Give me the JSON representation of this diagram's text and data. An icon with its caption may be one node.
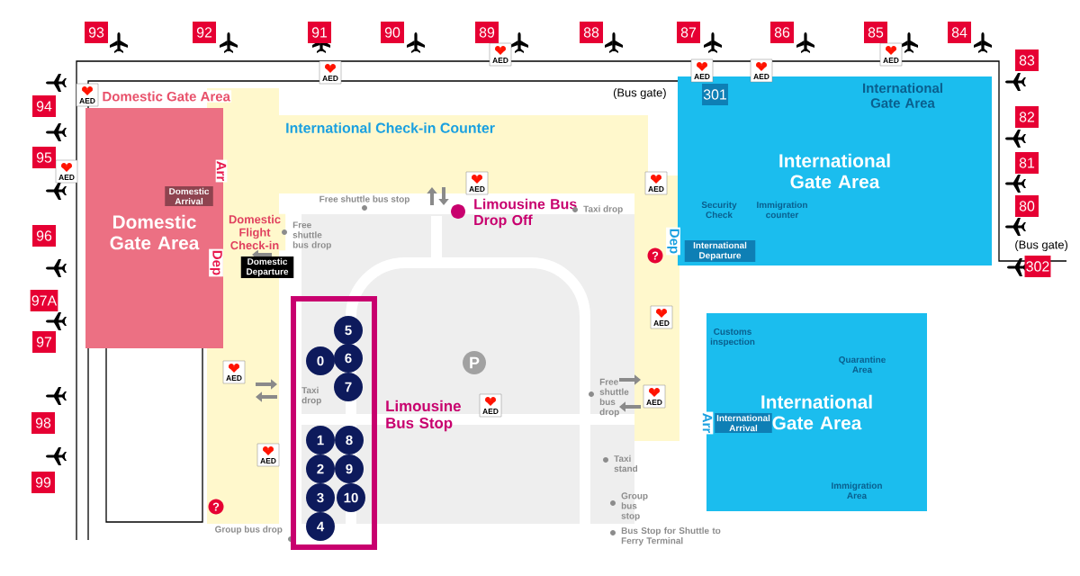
{
  "diagram": {
    "nodes": [
      {
        "text": [
          "Domestic Gate Area"
        ]
      },
      {
        "text": [
          "International Gate Area"
        ]
      },
      {
        "text": [
          "International Gate Area"
        ]
      },
      {
        "text": [
          "Limousine Bus Stop"
        ]
      },
      {
        "text": [
          "5"
        ],
        "in": 3
      },
      {
        "text": [
          "0"
        ],
        "in": 3
      },
      {
        "text": [
          "6"
        ],
        "in": 3
      },
      {
        "text": [
          "7"
        ],
        "in": 3
      },
      {
        "text": [
          "1"
        ],
        "in": 3
      },
      {
        "text": [
          "8"
        ],
        "in": 3
      },
      {
        "text": [
          "2"
        ],
        "in": 3
      },
      {
        "text": [
          "9"
        ],
        "in": 3
      },
      {
        "text": [
          "3"
        ],
        "in": 3
      },
      {
        "text": [
          "10"
        ],
        "in": 3
      },
      {
        "text": [
          "4"
        ],
        "in": 3
      },
      {
        "text": [
          "93"
        ]
      },
      {
        "text": [
          "92"
        ]
      },
      {
        "text": [
          "91"
        ]
      },
      {
        "text": [
          "90"
        ]
      },
      {
        "text": [
          "89"
        ]
      },
      {
        "text": [
          "88"
        ]
      },
      {
        "text": [
          "87"
        ]
      },
      {
        "text": [
          "86"
        ]
      },
      {
        "text": [
          "85"
        ]
      },
      {
        "text": [
          "84"
        ]
      },
      {
        "text": [
          "83"
        ]
      },
      {
        "text": [
          "82"
        ]
      },
      {
        "text": [
          "81"
        ]
      },
      {
        "text": [
          "80"
        ]
      },
      {
        "text": [
          "94"
        ]
      },
      {
        "text": [
          "95"
        ]
      },
      {
        "text": [
          "96"
        ]
      },
      {
        "text": [
          "97A"
        ]
      },
      {
        "text": [
          "97"
        ]
      },
      {
        "text": [
          "98"
        ]
      },
      {
        "text": [
          "99"
        ]
      },
      {
        "text": [
          "301"
        ],
        "in": 1
      },
      {
        "text": [
          "302"
        ]
      }
    ],
    "labels": [
      "Domestic Gate Area",
      "(Bus gate)",
      "International Check-in Counter",
      "Free shuttle bus stop",
      "Limousine Bus Drop Off",
      "Taxi drop",
      "Domestic Arrival",
      "Arr",
      "Domestic Flight Check-in",
      "Free shuttle bus drop",
      "Dep",
      "Domestic Departure",
      "International Gate Area",
      "Security Check",
      "Immigration counter",
      "Dep",
      "International Departure",
      "(Bus gate)",
      "?",
      "Customs inspection",
      "Quarantine Area",
      "P",
      "Taxi drop",
      "Free shuttle bus drop",
      "Arr",
      "International Arrival",
      "Taxi stand",
      "Immigration Area",
      "Group bus stop",
      "?",
      "Group bus drop",
      "Bus Stop for Shuttle to Ferry Terminal",
      "AED",
      "AED",
      "AED",
      "AED",
      "AED",
      "AED",
      "AED",
      "AED",
      "AED",
      "AED",
      "AED",
      "AED",
      "AED",
      "AED"
    ]
  }
}
